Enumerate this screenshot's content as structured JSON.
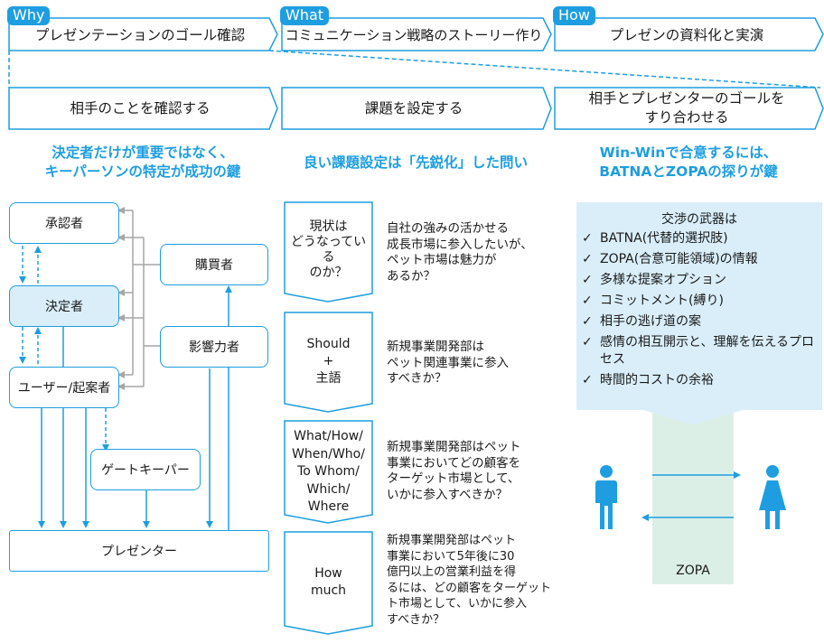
{
  "phases": [
    {
      "tag": "Why",
      "title": "プレゼンテーションのゴール確認"
    },
    {
      "tag": "What",
      "title": "コミュニケーション戦略のストーリー作り"
    },
    {
      "tag": "How",
      "title": "プレゼンの資料化と実演"
    }
  ],
  "steps": [
    {
      "line1": "相手のことを確認する",
      "line2": ""
    },
    {
      "line1": "課題を設定する",
      "line2": ""
    },
    {
      "line1": "相手とプレゼンターのゴールを",
      "line2": "すり合わせる"
    }
  ],
  "headings": [
    {
      "line1": "決定者だけが重要ではなく、",
      "line2": "キーパーソンの特定が成功の鍵"
    },
    {
      "line1": "良い課題設定は「先鋭化」した問い",
      "line2": ""
    },
    {
      "line1": "Win-Winで合意するには、",
      "line2": "BATNAとZOPAの探りが鍵"
    }
  ],
  "roles": {
    "approver": "承認者",
    "decider": "決定者",
    "user_proposer": "ユーザー/起案者",
    "buyer": "購買者",
    "influencer": "影響力者",
    "gatekeeper": "ゲートキーパー",
    "presenter": "プレゼンター"
  },
  "questions": [
    {
      "label": [
        "現状は",
        "どうなっている",
        "のか？"
      ],
      "desc": [
        "自社の強みの活かせる",
        "成長市場に参入したいが、",
        "ペット市場は魅力が",
        "あるか？"
      ]
    },
    {
      "label": [
        "Should",
        "+",
        "主語"
      ],
      "desc": [
        "新規事業開発部は",
        "ペット関連事業に参入",
        "すべきか？"
      ]
    },
    {
      "label": [
        "What/How/",
        "When/Who/",
        "To Whom/",
        "Which/",
        "Where"
      ],
      "desc": [
        "新規事業開発部はペット",
        "事業においてどの顧客を",
        "ターゲット市場として、",
        "いかに参入すべきか？"
      ]
    },
    {
      "label": [
        "How",
        "much"
      ],
      "desc": [
        "新規事業開発部はペット",
        "事業において5年後に30",
        "億円以上の営業利益を得",
        "るには、どの顧客をターゲット",
        "ト市場として、いかに参入",
        "すべきか？"
      ]
    }
  ],
  "weapons": {
    "title": "交渉の武器は",
    "check": "✓",
    "items": [
      "BATNA(代替的選択肢)",
      "ZOPA(合意可能領域)の情報",
      "多様な提案オプション",
      "コミットメント(縛り)",
      "相手の逃げ道の案",
      "感情の相互開示と、理解を伝えるプロセス",
      "時間的コストの余裕"
    ]
  },
  "zopa_label": "ZOPA",
  "colors": {
    "accent": "#1e9ee0",
    "light_fill": "#d9eef9",
    "zopa_fill": "#dcefe7",
    "connector": "#a6a6a6"
  }
}
